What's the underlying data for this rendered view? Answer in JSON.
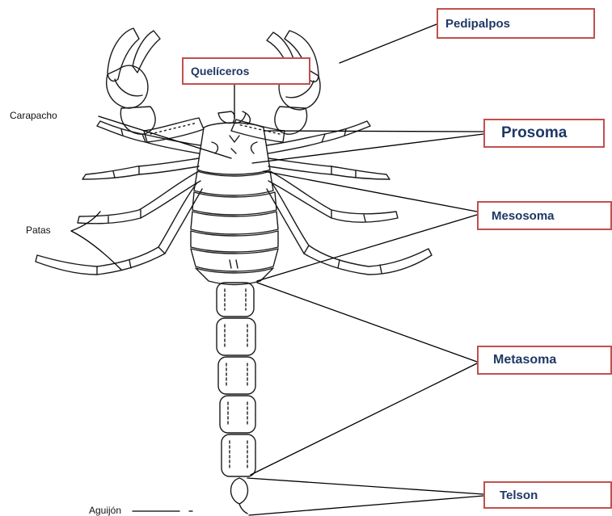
{
  "labels": {
    "pedipalpos": "Pedipalpos",
    "queliceros": "Quelíceros",
    "prosoma": "Prosoma",
    "mesosoma": "Mesosoma",
    "metasoma": "Metasoma",
    "telson": "Telson",
    "carapacho": "Carapacho",
    "patas": "Patas",
    "aguijon": "Aguijón"
  },
  "colors": {
    "box_border": "#c0504d",
    "box_text": "#1f3864",
    "ink": "#111111"
  }
}
